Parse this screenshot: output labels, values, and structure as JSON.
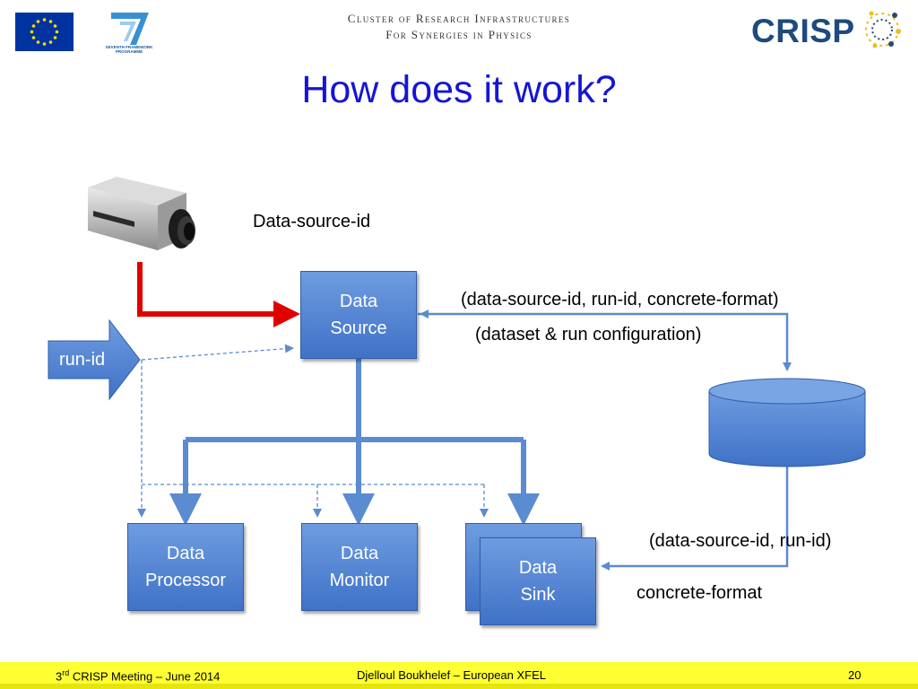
{
  "header": {
    "line1": "Cluster of Research Infrastructures",
    "line2": "For Synergies in Physics",
    "crisp_logo_text": "CRISP",
    "fp7_text": "SEVENTH FRAMEWORK PROGRAMME"
  },
  "title": "How does it work?",
  "diagram": {
    "data_source_id_label": "Data-source-id",
    "run_id_label": "run-id",
    "data_source": [
      "Data",
      "Source"
    ],
    "data_processor": [
      "Data",
      "Processor"
    ],
    "data_monitor": [
      "Data",
      "Monitor"
    ],
    "data_sink": [
      "Data",
      "Sink"
    ],
    "label_triple": "(data-source-id, run-id, concrete-format)",
    "label_config": "(dataset & run configuration)",
    "label_pair": "(data-source-id, run-id)",
    "label_format": "concrete-format"
  },
  "footer": {
    "meeting_pre": "3",
    "meeting_sup": "rd",
    "meeting_post": " CRISP Meeting – June 2014",
    "author": "Djelloul Boukhelef – European XFEL",
    "page": "20"
  },
  "colors": {
    "title": "#1515d6",
    "box": "#4a7fd0",
    "arrow_blue": "#5b8bd0",
    "arrow_red": "#e00000",
    "footer": "#ffff33"
  }
}
